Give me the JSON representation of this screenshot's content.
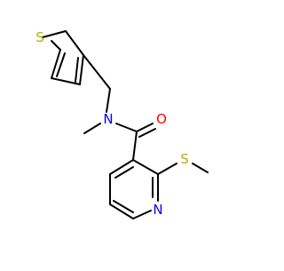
{
  "molecule": {
    "atom_labels": {
      "sulfur_thiophene": "S",
      "nitrogen_amide": "N",
      "oxygen_carbonyl": "O",
      "sulfur_thioether": "S",
      "nitrogen_pyridine": "N"
    },
    "colors": {
      "bond": "#000000",
      "sulfur": "#b2b200",
      "nitrogen": "#0000ff",
      "oxygen": "#ff0000",
      "background": "#ffffff"
    }
  }
}
